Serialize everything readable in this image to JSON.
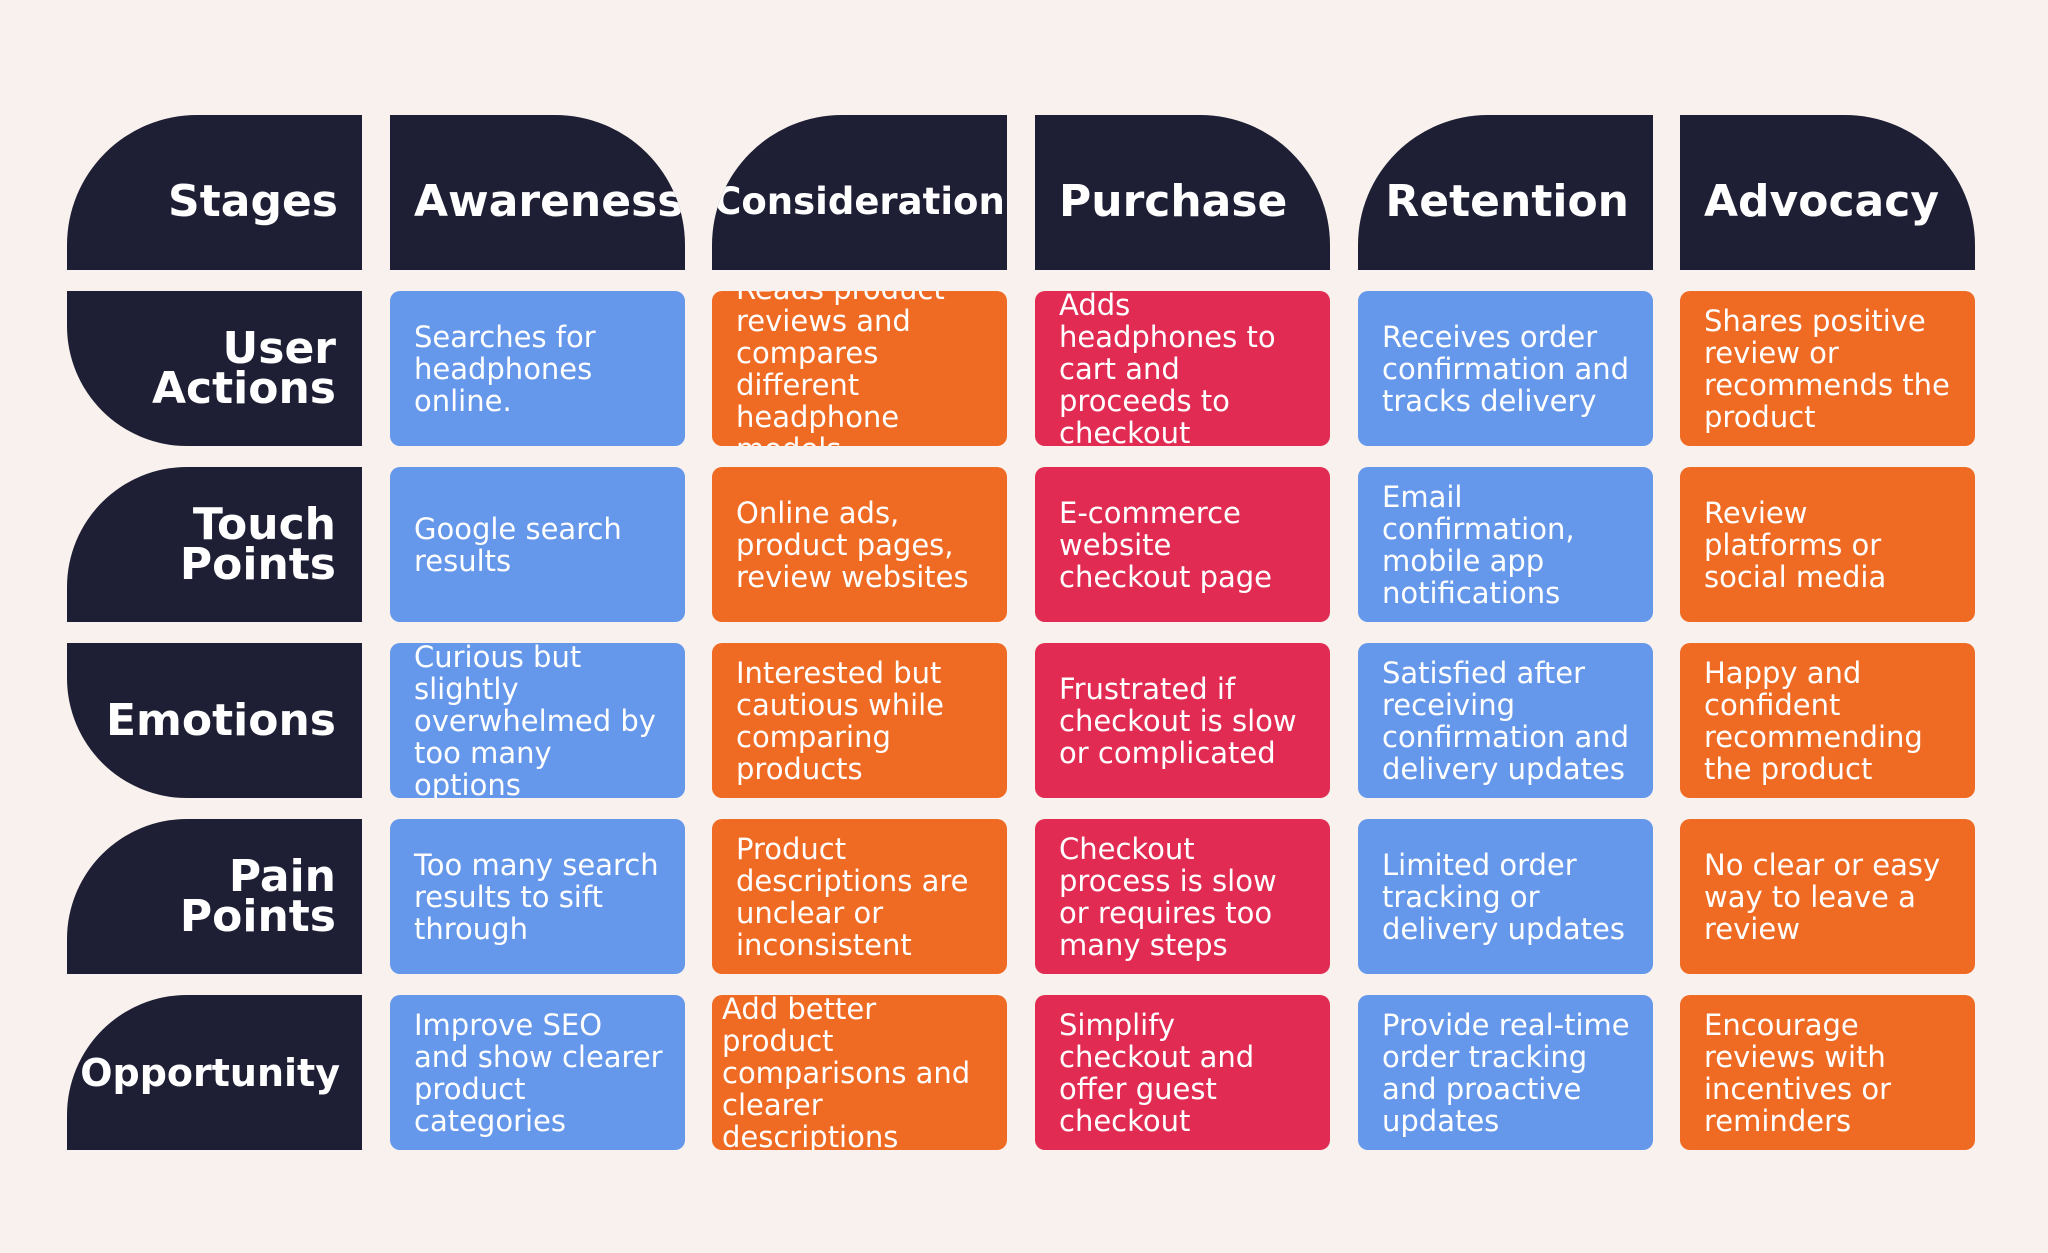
{
  "stages": [
    {
      "label": "Stages"
    },
    {
      "label": "Awareness"
    },
    {
      "label": "Consideration"
    },
    {
      "label": "Purchase"
    },
    {
      "label": "Retention"
    },
    {
      "label": "Advocacy"
    }
  ],
  "rows": [
    {
      "label": "User Actions",
      "cells": [
        "Searches for headphones online.",
        "Reads product reviews and compares different headphone models",
        "Adds headphones to cart and proceeds to checkout",
        "Receives order confirmation and tracks delivery",
        "Shares positive review or recommends the product"
      ]
    },
    {
      "label": "Touch Points",
      "cells": [
        "Google search results",
        "Online ads, product pages, review websites",
        "E-commerce website checkout page",
        "Email confirmation, mobile app notifications",
        "Review platforms or social media"
      ]
    },
    {
      "label": "Emotions",
      "cells": [
        "Curious but slightly overwhelmed by too many options",
        "Interested but cautious while comparing products",
        "Frustrated if checkout is slow or complicated",
        "Satisfied after receiving confirmation and delivery updates",
        "Happy and confident recommending the product"
      ]
    },
    {
      "label": "Pain Points",
      "cells": [
        "Too many search results to sift through",
        "Product descriptions are unclear or inconsistent",
        "Checkout process is slow or requires too many steps",
        "Limited order tracking or delivery updates",
        "No clear or easy way to leave a review"
      ]
    },
    {
      "label": "Opportunity",
      "cells": [
        "Improve SEO and show clearer product categories",
        "Add better product comparisons and clearer descriptions",
        "Simplify checkout and offer guest checkout",
        "Provide real-time order tracking and proactive updates",
        "Encourage reviews with incentives or reminders"
      ]
    }
  ],
  "colors": {
    "background": "#f9f1ed",
    "header": "#1e1f35",
    "awareness": "#6597ea",
    "consideration": "#ef6a23",
    "purchase": "#e22b52",
    "retention": "#6597ea",
    "advocacy": "#ef6a23"
  }
}
